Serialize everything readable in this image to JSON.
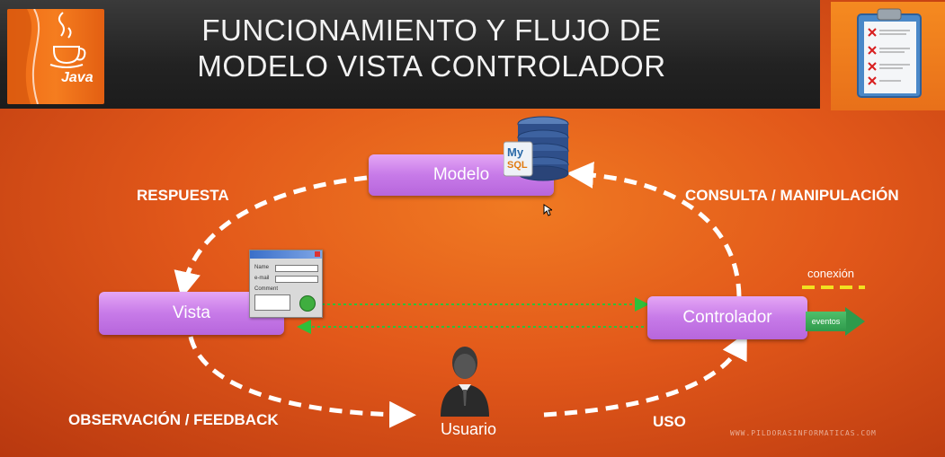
{
  "header": {
    "title_line1": "FUNCIONAMIENTO Y FLUJO DE",
    "title_line2": "MODELO VISTA CONTROLADOR",
    "logo_text": "Java"
  },
  "nodes": {
    "modelo": "Modelo",
    "vista": "Vista",
    "controlador": "Controlador",
    "usuario": "Usuario"
  },
  "edges": {
    "respuesta": "RESPUESTA",
    "consulta": "CONSULTA / MANIPULACIÓN",
    "observacion": "OBSERVACIÓN / FEEDBACK",
    "uso": "USO",
    "conexion": "conexión",
    "eventos": "eventos"
  },
  "form": {
    "name_label": "Name",
    "email_label": "e-mail",
    "comment_label": "Comment"
  },
  "mysql_label": {
    "my": "My",
    "sql": "SQL"
  },
  "watermark": "WWW.PILDORASINFORMATICAS.COM",
  "colors": {
    "background": "#e2581a",
    "node": "#c77ae8",
    "header": "#222222",
    "connection": "#2fbf3a",
    "conexion_line": "#f2e020"
  }
}
